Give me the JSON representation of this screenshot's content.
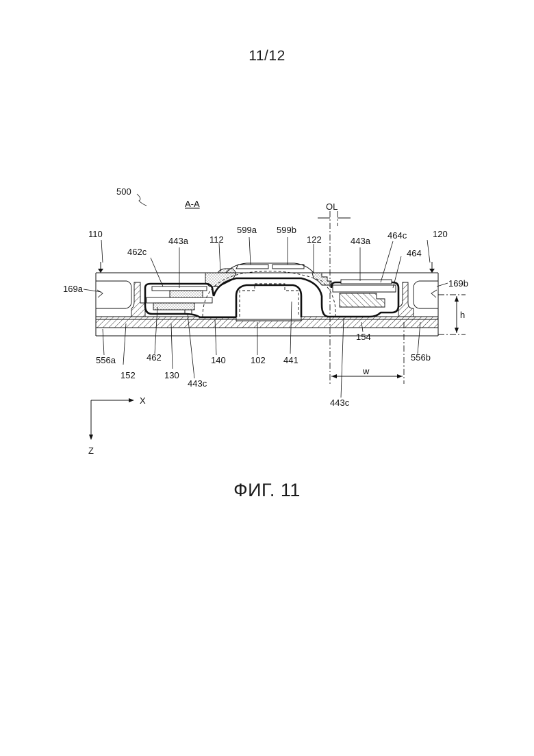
{
  "sheet_number": "11/12",
  "figure_caption": "ФИГ. 11",
  "section_label": "A-A",
  "reference_numerals": {
    "n500": "500",
    "n110": "110",
    "n120": "120",
    "n112": "112",
    "n122": "122",
    "n462c": "462c",
    "n443a_left": "443a",
    "n443a_right": "443a",
    "n599a": "599a",
    "n599b": "599b",
    "n464c": "464c",
    "n464": "464",
    "n169a": "169a",
    "n169b": "169b",
    "n556a": "556a",
    "n556b": "556b",
    "n152": "152",
    "n130": "130",
    "n462": "462",
    "n443c_left": "443c",
    "n443c_right": "443c",
    "n140": "140",
    "n102": "102",
    "n441": "441",
    "n154": "154",
    "OL": "OL",
    "w": "w",
    "h": "h"
  },
  "axes": {
    "x_label": "X",
    "z_label": "Z"
  }
}
